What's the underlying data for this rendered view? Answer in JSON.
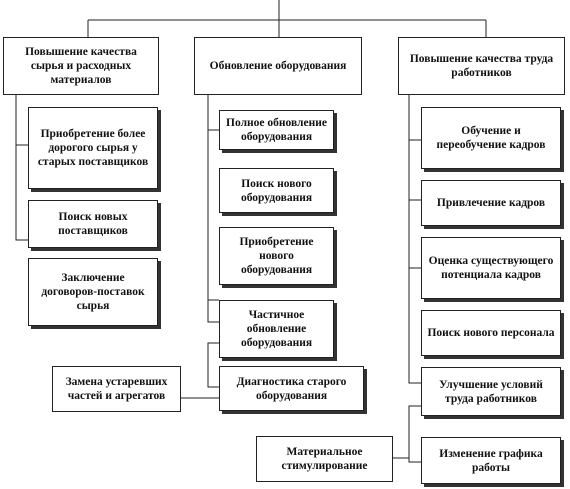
{
  "diagram": {
    "categories": [
      "Повышение качества сырья и расходных материалов",
      "Обновление оборудования",
      "Повышение качества труда работников"
    ],
    "column1": [
      "Приобретение более дорогого сырья у старых поставщиков",
      "Поиск новых поставщиков",
      "Заключение договоров-поставок сырья"
    ],
    "column2": [
      "Полное обновление оборудования",
      "Поиск нового оборудования",
      "Приобретение нового оборудования",
      "Частичное обновление оборудования",
      "Диагностика старого оборудования"
    ],
    "column3": [
      "Обучение и переобучение кадров",
      "Привлечение кадров",
      "Оценка существующего потенциала кадров",
      "Поиск нового персонала",
      "Улучшение условий труда работников",
      "Изменение графика работы"
    ],
    "extra": {
      "parts_replacement": "Замена устаревших частей и агрегатов",
      "material_incentive": "Материальное стимулирование"
    }
  }
}
